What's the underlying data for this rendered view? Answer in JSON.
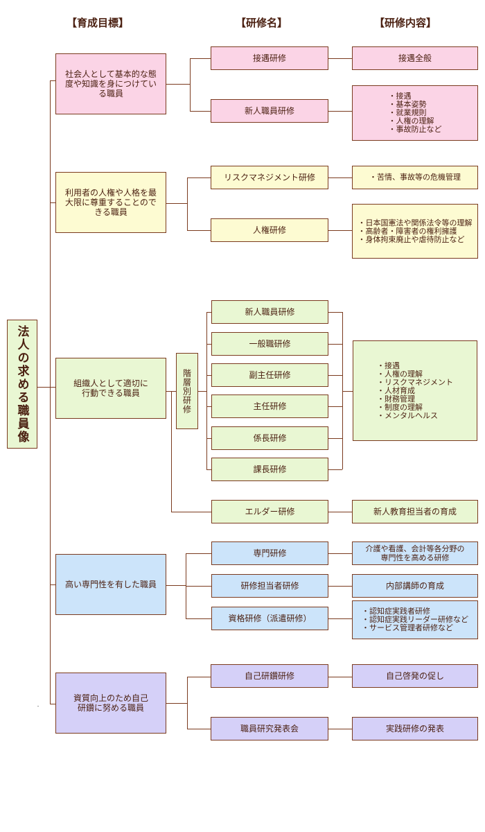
{
  "headers": {
    "goal": "【育成目標】",
    "training": "【研修名】",
    "content": "【研修内容】"
  },
  "root_title": "法人の求める職員像",
  "tier_label": "階層別研修",
  "goals": {
    "g1": "社会人として基本的な態度や知識を身につけている職員",
    "g2": "利用者の人権や人格を最大限に尊重することのできる職員",
    "g3": "組織人として適切に行動できる職員",
    "g4": "高い専門性を有した職員",
    "g5": "資質向上のため自己研鑽に努める職員"
  },
  "trainings": {
    "t1": "接遇研修",
    "t2": "新人職員研修",
    "t3": "リスクマネジメント研修",
    "t4": "人権研修",
    "t5": "新人職員研修",
    "t6": "一般職研修",
    "t7": "副主任研修",
    "t8": "主任研修",
    "t9": "係長研修",
    "t10": "課長研修",
    "t11": "エルダー研修",
    "t12": "専門研修",
    "t13": "研修担当者研修",
    "t14": "資格研修（派遣研修）",
    "t15": "自己研鑽研修",
    "t16": "職員研究発表会"
  },
  "contents": {
    "c1": "接遇全般",
    "c2": [
      "接遇",
      "基本姿勢",
      "就業規則",
      "人権の理解",
      "事故防止など"
    ],
    "c3": [
      "苦情、事故等の危機管理"
    ],
    "c4": [
      "日本国憲法や関係法令等の理解",
      "高齢者・障害者の権利擁護",
      "身体拘束廃止や虐待防止など"
    ],
    "c5": [
      "接遇",
      "人権の理解",
      "リスクマネジメント",
      "人材育成",
      "財務管理",
      "制度の理解",
      "メンタルヘルス"
    ],
    "c6": "新人教育担当者の育成",
    "c7": "介護や看護、会計等各分野の専門性を高める研修",
    "c8": "内部講師の育成",
    "c9": [
      "認知症実践者研修",
      "認知症実践リーダー研修など",
      "サービス管理者研修など"
    ],
    "c10": "自己啓発の促し",
    "c11": "実践研修の発表"
  }
}
